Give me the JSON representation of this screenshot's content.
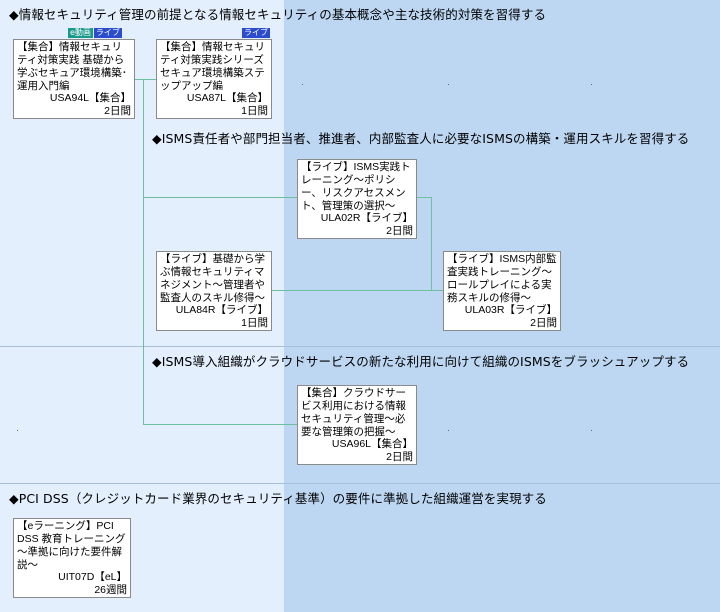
{
  "colors": {
    "bg_left": "#e3effd",
    "bg_right": "#bdd7f2",
    "connector": "#6dbf9e",
    "badge_evideo": "#1a9a8a",
    "badge_live": "#2b4ccc"
  },
  "sections": [
    {
      "heading": "◆情報セキュリティ管理の前提となる情報セキュリティの基本概念や主な技術的対策を習得する",
      "courses": [
        {
          "title": "【集合】情報セキュリティ対策実践 基礎から学ぶセキュア環境構築･運用入門編",
          "code": "USA94L【集合】",
          "duration": "2日間",
          "badges": [
            {
              "label": "e動画",
              "type": "evideo"
            },
            {
              "label": "ライブ",
              "type": "live"
            }
          ]
        },
        {
          "title": "【集合】情報セキュリティ対策実践シリーズ セキュア環境構築ステップアップ編",
          "code": "USA87L【集合】",
          "duration": "1日間",
          "badges": [
            {
              "label": "ライブ",
              "type": "live"
            }
          ]
        }
      ]
    },
    {
      "heading": "◆ISMS責任者や部門担当者、推進者、内部監査人に必要なISMSの構築・運用スキルを習得する",
      "courses": [
        {
          "title": "【ライブ】ISMS実践トレーニング～ポリシー、リスクアセスメント、管理策の選択～",
          "code": "ULA02R【ライブ】",
          "duration": "2日間"
        },
        {
          "title": "【ライブ】基礎から学ぶ情報セキュリティマネジメント～管理者や監査人のスキル修得～",
          "code": "ULA84R【ライブ】",
          "duration": "1日間"
        },
        {
          "title": "【ライブ】ISMS内部監査実践トレーニング～ロールプレイによる実務スキルの修得～",
          "code": "ULA03R【ライブ】",
          "duration": "2日間"
        }
      ]
    },
    {
      "heading": "◆ISMS導入組織がクラウドサービスの新たな利用に向けて組織のISMSをブラッシュアップする",
      "courses": [
        {
          "title": "【集合】クラウドサービス利用における情報セキュリティ管理～必要な管理策の把握～",
          "code": "USA96L【集合】",
          "duration": "2日間"
        }
      ]
    },
    {
      "heading": "◆PCI DSS（クレジットカード業界のセキュリティ基準）の要件に準拠した組織運営を実現する",
      "courses": [
        {
          "title": "【eラーニング】PCI DSS 教育トレーニング ～準拠に向けた要件解説～",
          "code": "UIT07D【eL】",
          "duration": "26週間"
        }
      ]
    }
  ]
}
